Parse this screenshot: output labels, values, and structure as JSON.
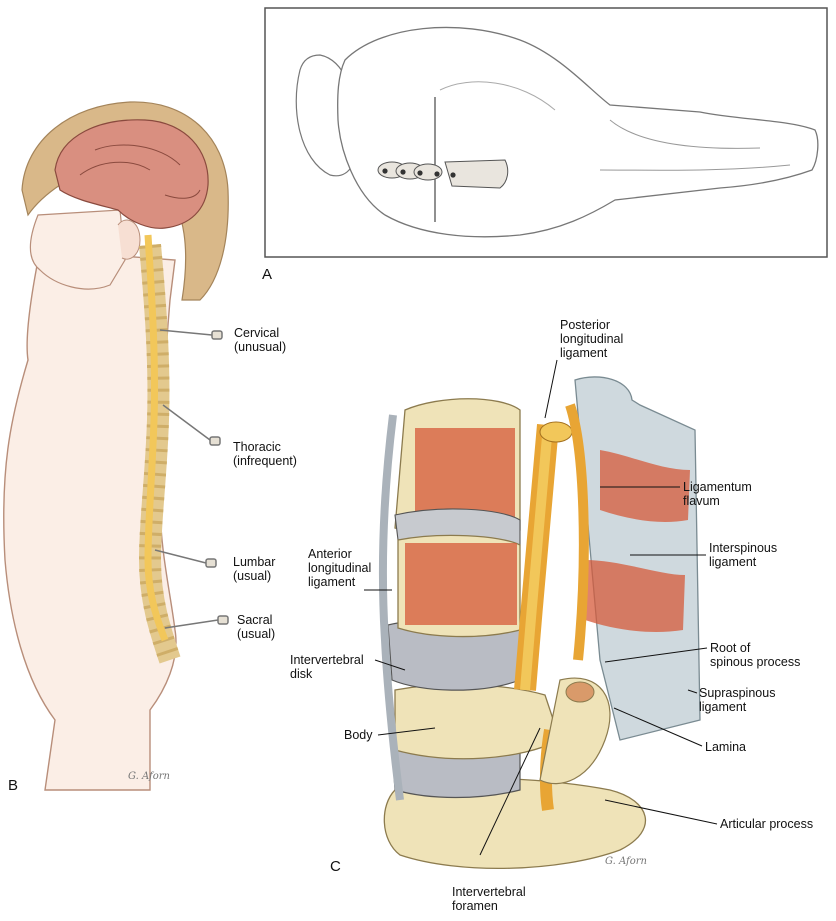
{
  "panels": {
    "a": "A",
    "b": "B",
    "c": "C"
  },
  "panel_b": {
    "sites": [
      {
        "line1": "Cervical",
        "line2": "(unusual)"
      },
      {
        "line1": "Thoracic",
        "line2": "(infrequent)"
      },
      {
        "line1": "Lumbar",
        "line2": "(usual)"
      },
      {
        "line1": "Sacral",
        "line2": "(usual)"
      }
    ],
    "signature": "G. Aforn"
  },
  "panel_c": {
    "labels": {
      "posterior_longitudinal_ligament": [
        "Posterior",
        "longitudinal",
        "ligament"
      ],
      "ligamentum_flavum": [
        "Ligamentum",
        "flavum"
      ],
      "interspinous_ligament": [
        "Interspinous",
        "ligament"
      ],
      "anterior_longitudinal_ligament": [
        "Anterior",
        "longitudinal",
        "ligament"
      ],
      "root_of_spinous_process": [
        "Root of",
        "spinous process"
      ],
      "supraspinous_ligament": [
        "Supraspinous",
        "ligament"
      ],
      "intervertebral_disk": [
        "Intervertebral",
        "disk"
      ],
      "body": [
        "Body"
      ],
      "lamina": [
        "Lamina"
      ],
      "articular_process": [
        "Articular process"
      ],
      "intervertebral_foramen": [
        "Intervertebral",
        "foramen"
      ]
    },
    "signature": "G. Aforn"
  },
  "colors": {
    "skin": "#fbeee6",
    "hair": "#d9b889",
    "brain": "#d98f80",
    "cord": "#f2c75a",
    "bone": "#efe3b8",
    "marrow": "#d65a3a",
    "ligament": "#cfd9de",
    "disk": "#b9bcc4"
  }
}
